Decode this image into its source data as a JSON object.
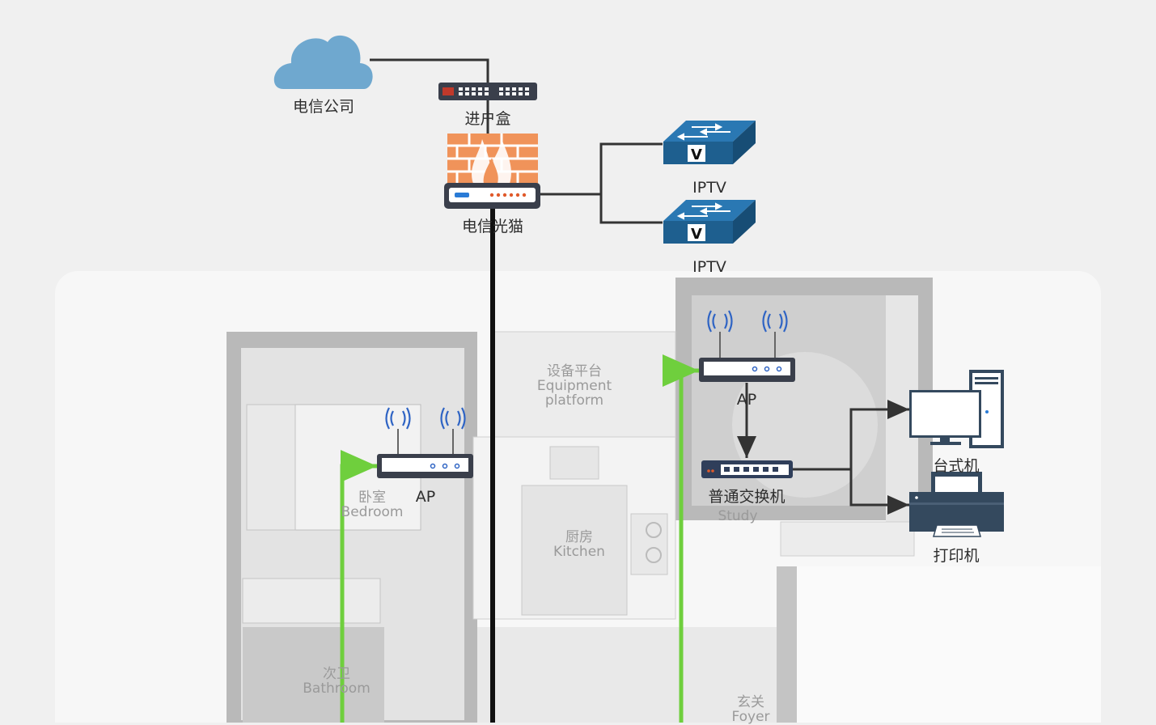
{
  "nodes": {
    "telecom_company": "电信公司",
    "entry_box": "进户盒",
    "optical_modem": "电信光猫",
    "iptv_1": "IPTV",
    "iptv_2": "IPTV",
    "ap_study": "AP",
    "ap_bedroom": "AP",
    "switch": "普通交换机",
    "desktop": "台式机",
    "printer": "打印机"
  },
  "rooms": {
    "equipment_cn": "设备平台",
    "equipment_en1": "Equipment",
    "equipment_en2": "platform",
    "bedroom_cn": "卧室",
    "bedroom_en": "Bedroom",
    "kitchen_cn": "厨房",
    "kitchen_en": "Kitchen",
    "bathroom_cn": "次卫",
    "bathroom_en": "Bathroom",
    "study_en": "Study",
    "foyer_cn": "玄关",
    "foyer_en": "Foyer"
  },
  "colors": {
    "cloud": "#6fa8cf",
    "firewall": "#f0935a",
    "iptv": "#1e5f8f",
    "green_link": "#6fcf3d",
    "device_dark": "#3a3f4b",
    "printer": "#34495e"
  }
}
